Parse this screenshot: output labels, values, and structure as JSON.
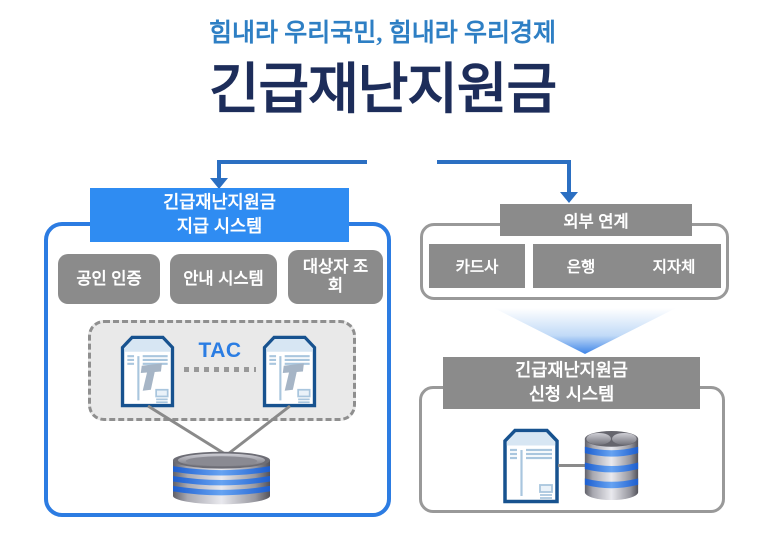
{
  "header": {
    "subtitle": "힘내라 우리국민, 힘내라 우리경제",
    "title": "긴급재난지원금"
  },
  "payment_system": {
    "title_line1": "긴급재난지원금",
    "title_line2": "지급 시스템",
    "modules": [
      "공인 인증",
      "안내 시스템",
      "대상자 조회"
    ],
    "tac_label": "TAC"
  },
  "external_link": {
    "title": "외부 연계",
    "partners": [
      "카드사",
      "은행",
      "지자체"
    ]
  },
  "application_system": {
    "title_line1": "긴급재난지원금",
    "title_line2": "신청 시스템"
  },
  "icons": {
    "tac_document": "tac-document-icon",
    "document": "document-icon",
    "database": "database-icon",
    "down_arrow": "down-arrow-icon",
    "gradient_chevron": "chevron-down-gradient-icon"
  },
  "colors": {
    "headline_navy": "#1d2d5a",
    "subtitle_blue": "#2e7fc4",
    "primary_blue": "#2f8cf2",
    "container_blue": "#2c7ce2",
    "arrow_blue": "#2b6fc2",
    "tac_blue": "#2b7de3",
    "box_gray": "#8b8b8b",
    "border_gray": "#999999",
    "dashed_zone_fill": "#e9e9e9",
    "db_stripe_blue": "#1d5ecf"
  }
}
